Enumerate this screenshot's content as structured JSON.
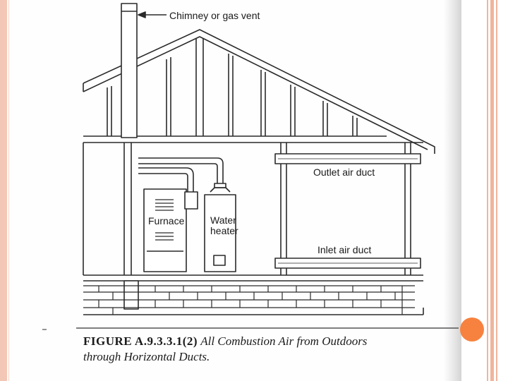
{
  "labels": {
    "chimney": "Chimney or gas vent",
    "outlet": "Outlet air duct",
    "furnace": "Furnace",
    "water_heater_line1": "Water",
    "water_heater_line2": "heater",
    "inlet": "Inlet air duct"
  },
  "caption": {
    "figure_number": "FIGURE A.9.3.3.1(2)",
    "line1_text": "All Combustion Air from Outdoors",
    "line2_text": "through Horizontal Ducts."
  },
  "colors": {
    "slide_accent": "#f0b59c",
    "dot": "#f7823f",
    "ink": "#2a2a2a"
  }
}
